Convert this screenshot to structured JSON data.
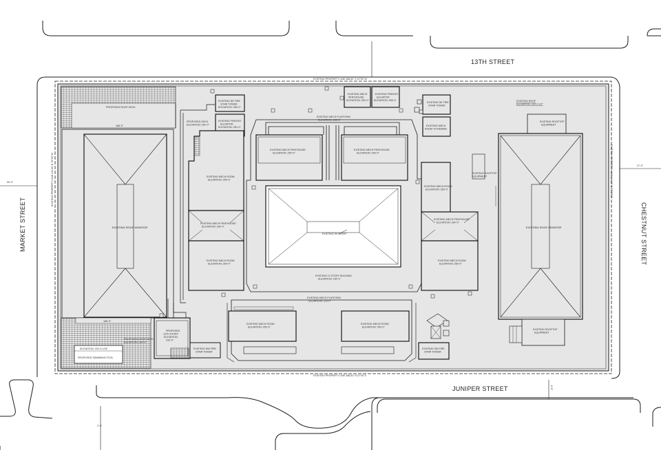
{
  "streets": {
    "north": "13TH STREET",
    "south": "JUNIPER STREET",
    "west": "MARKET STREET",
    "east": "CHESTNUT STREET"
  },
  "property_lines": {
    "north": "EXISTING PROPERTY LINE 488.82' S 11°00' W",
    "south": "EXISTING PROPERTY LINE 488.82' N 11°00' E",
    "west": "EXISTING PROPERTY LINE 211.00' N 78°00' W",
    "east": "EXISTING PROPERTY LINE 211.00' N 78°00' W"
  },
  "dims": {
    "west_street": "50'-0\"",
    "east_street": "27'-0\"",
    "north_a": "186'-9\"",
    "south_a": "186'-9\"",
    "sw_corner": "2'-0\"",
    "juniper_edge": "6'-0\""
  },
  "labels": {
    "proposed_roof_deck_n": "PROPOSED ROOF DECK\nELEVATION: 264'-0\"",
    "proposed_deck": "PROPOSED DECK\nELEVATION: 264'-0\"",
    "ne_fire_stair": "EXISTING NE FIRE\nSTAIR TOWER\nELEVATION: 250'-0\"",
    "mech_penthouse_n": "EXISTING MECH\nPENTHOUSE\nELEVATION: 253'-0\"",
    "freight_elev_n": "EXISTING FREIGHT\nELEVATOR\nELEVATION: 255'-0\"",
    "se_fire_stair": "EXISTING SE FIRE\nSTAIR TOWER",
    "freight_elevator": "EXISTING FREIGHT\nELEVATOR\nELEVATION: 250'-0\"",
    "mech_room_remain": "EXISTING MECH\nROOM TO REMAIN",
    "existing_roof": "EXISTING ROOF\nELEVATION: 233'-0 1/2\"",
    "rooftop_equipment_ne": "EXISTING ROOFTOP\nEQUIPMENT",
    "mech_platform_n": "EXISTING MECH PLATFORM\nELEVATION: 233'-0\"",
    "mech_penthouse_w": "EXISTING MECH PENTHOUSE\nELEVATION: 250'-0\"",
    "mech_penthouse_e": "EXISTING MECH PENTHOUSE\nELEVATION: 250'-0\"",
    "rooftop_equipment_e": "EXISTING ROOFTOP\nEQUIPMENT",
    "mech_room_w1": "EXISTING MECH ROOM\nELEVATION: 250'-0\"",
    "mech_room_e1": "EXISTING MECH ROOM",
    "roof_monitor_w": "EXISTING ROOF MONITOR",
    "roof_monitor_e": "EXISTING ROOF MONITOR",
    "mech_penthouse_wc": "EXISTING MECH PENTHOUSE\nELEVATION: 264'-0\"",
    "mech_penthouse_ec": "EXISTING MECH PENTHOUSE\nELEVATION: 264'-0\"",
    "skylight": "EXISTING SKYLIGHT",
    "mech_room_w2": "EXISTING MECH ROOM\nELEVATION: 250'-0\"",
    "mech_room_e2": "EXISTING MECH ROOM\nELEVATION: 250'-0\"",
    "building": "EXISTING 12 STORY BUILDING\nELEVATION: 230'-0\"",
    "mech_platform_s": "EXISTING MECH PLATFORM\nELEVATION: 233'-0\"",
    "mech_room_s1": "EXISTING MECH ROOM\nELEVATION: 250'-0\"",
    "mech_room_s2": "EXISTING MECH ROOM\nELEVATION: 250'-0\"",
    "rooftop_equipment_se": "EXISTING ROOFTOP\nEQUIPMENT",
    "proposed_13th_story": "PROPOSED\n13TH STORY\nELEVATION:\n233'-0\"",
    "proposed_roof_deck_s": "PROPOSED ROOF DECK\nELEVATION: 264'-0\"",
    "elevation_pool": "ELEVATION: 230'-8 1/16\"",
    "swimming_pool": "PROPOSED SWIMMING POOL",
    "nw_fire_stair": "EXISTING NW FIRE\nSTAIR TOWER",
    "sw_fire_stair": "EXISTING SW FIRE\nSTAIR TOWER"
  },
  "colors": {
    "line": "#1a1a1a",
    "roof_fill": "#e6e6e6",
    "paper": "#ffffff"
  }
}
